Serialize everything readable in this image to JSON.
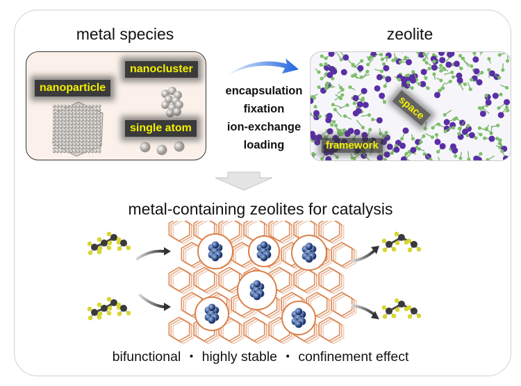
{
  "titles": {
    "metal_species": "metal species",
    "zeolite": "zeolite",
    "catalysis": "metal-containing zeolites for catalysis"
  },
  "metal_species": {
    "nanoparticle": "nanoparticle",
    "nanocluster": "nanocluster",
    "single_atom": "single atom"
  },
  "methods": [
    "encapsulation",
    "fixation",
    "ion-exchange",
    "loading"
  ],
  "zeolite": {
    "space": "space",
    "framework": "framework"
  },
  "features": "bifunctional ・ highly stable ・ confinement effect",
  "colors": {
    "framework": "#d9804a",
    "metal": "#2d4f8c",
    "si_atom": "#5a2ea6",
    "o_atom": "#7fbf6a",
    "label": "#f4f000",
    "arrow_blue": "#2a6fe0"
  }
}
